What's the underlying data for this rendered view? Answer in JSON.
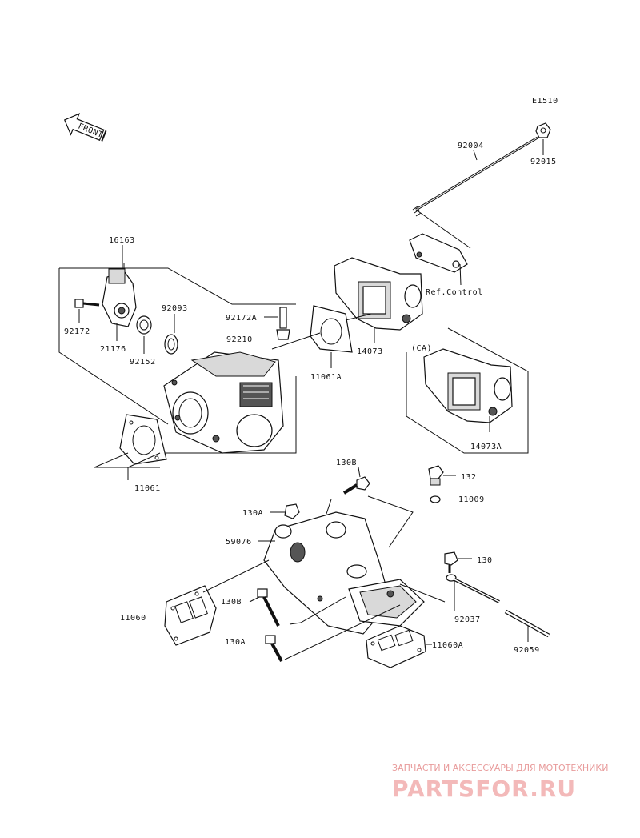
{
  "diagram_code": "E1510",
  "front_label": "FRONT",
  "parts": {
    "p92004": "92004",
    "p92015": "92015",
    "p16163": "16163",
    "p92172": "92172",
    "p21176": "21176",
    "p92152": "92152",
    "p92093": "92093",
    "p92172A": "92172A",
    "p92210": "92210",
    "p11061A": "11061A",
    "p14073": "14073",
    "p11061": "11061",
    "p14073A": "14073A",
    "p130B_top": "130B",
    "p132": "132",
    "p11009": "11009",
    "p130A_top": "130A",
    "p59076": "59076",
    "p130": "130",
    "p11060": "11060",
    "p130B_bot": "130B",
    "p92037": "92037",
    "p130A_bot": "130A",
    "p11060A": "11060A",
    "p92059": "92059"
  },
  "ref_control": "Ref.Control",
  "variant_label": "(CA)",
  "watermark": {
    "top": "ЗАПЧАСТИ И АКСЕССУАРЫ ДЛЯ МОТОТЕХНИКИ",
    "brand": "PARTSFOR.RU",
    "color": "#e89b9b"
  }
}
